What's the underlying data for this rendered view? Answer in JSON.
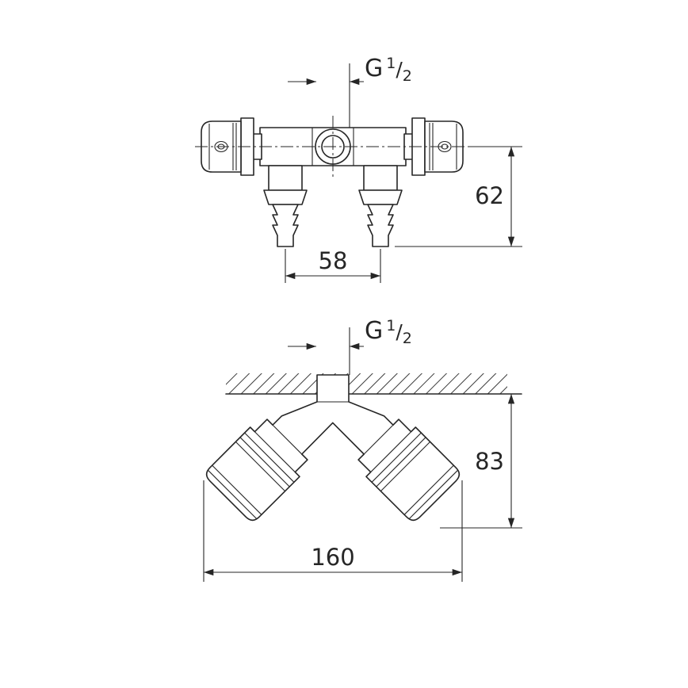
{
  "front_view": {
    "thread_label": {
      "prefix": "G",
      "numerator": "1",
      "fraction_slash": "/",
      "denominator": "2"
    },
    "center_to_outlet_dim": "62",
    "outlet_spacing_dim": "58"
  },
  "side_view": {
    "thread_label": {
      "prefix": "G",
      "numerator": "1",
      "fraction_slash": "/",
      "denominator": "2"
    },
    "wall_to_bottom_dim": "83",
    "overall_width_dim": "160"
  },
  "colors": {
    "line": "#262626",
    "background": "#ffffff"
  }
}
